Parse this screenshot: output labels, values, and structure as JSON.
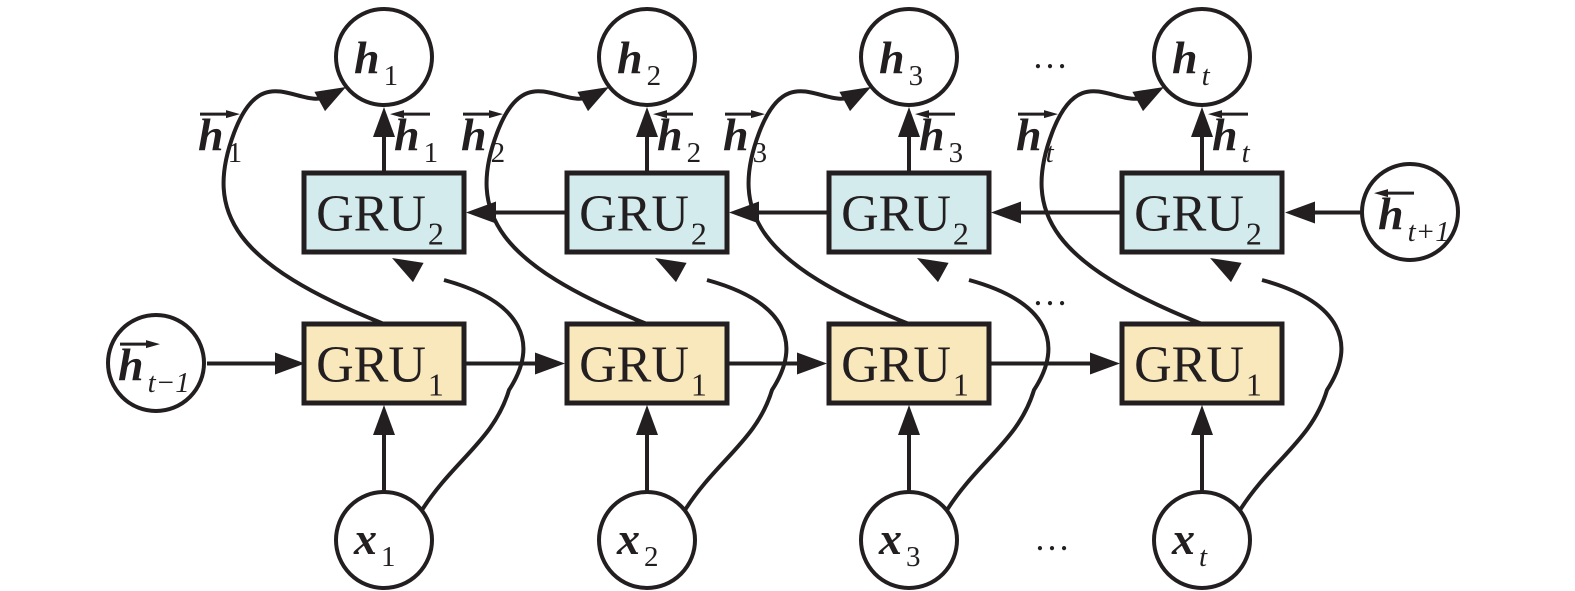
{
  "diagram": {
    "title": "Bidirectional GRU unrolled over time",
    "colors": {
      "gru1_fill": "#f8e8bb",
      "gru2_fill": "#d3ebed",
      "stroke": "#231f20",
      "text": "#231f20"
    },
    "columns": [
      {
        "h_out": {
          "base": "h",
          "sub": "1"
        },
        "fwd": {
          "base": "h",
          "sub": "1"
        },
        "bwd": {
          "base": "h",
          "sub": "1"
        },
        "gru2": {
          "base": "GRU",
          "sub": "2"
        },
        "gru1": {
          "base": "GRU",
          "sub": "1"
        },
        "x_in": {
          "base": "x",
          "sub": "1"
        }
      },
      {
        "h_out": {
          "base": "h",
          "sub": "2"
        },
        "fwd": {
          "base": "h",
          "sub": "2"
        },
        "bwd": {
          "base": "h",
          "sub": "2"
        },
        "gru2": {
          "base": "GRU",
          "sub": "2"
        },
        "gru1": {
          "base": "GRU",
          "sub": "1"
        },
        "x_in": {
          "base": "x",
          "sub": "2"
        }
      },
      {
        "h_out": {
          "base": "h",
          "sub": "3"
        },
        "fwd": {
          "base": "h",
          "sub": "3"
        },
        "bwd": {
          "base": "h",
          "sub": "3"
        },
        "gru2": {
          "base": "GRU",
          "sub": "2"
        },
        "gru1": {
          "base": "GRU",
          "sub": "1"
        },
        "x_in": {
          "base": "x",
          "sub": "3"
        }
      },
      {
        "h_out": {
          "base": "h",
          "sub": "t"
        },
        "fwd": {
          "base": "h",
          "sub": "t"
        },
        "bwd": {
          "base": "h",
          "sub": "t"
        },
        "gru2": {
          "base": "GRU",
          "sub": "2"
        },
        "gru1": {
          "base": "GRU",
          "sub": "1"
        },
        "x_in": {
          "base": "x",
          "sub": "t"
        }
      }
    ],
    "initial_forward": {
      "base": "h",
      "sub": "t−1"
    },
    "initial_backward": {
      "base": "h",
      "sub": "t+1"
    },
    "ellipsis": "…"
  }
}
